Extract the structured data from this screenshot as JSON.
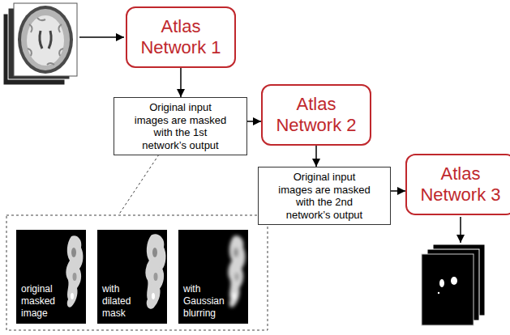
{
  "diagram": {
    "nodes": [
      {
        "text": [
          "Atlas Network 1"
        ]
      },
      {
        "text": [
          "Original input images are masked with the 1st network’s output"
        ]
      },
      {
        "text": [
          "Atlas Network 2"
        ]
      },
      {
        "text": [
          "Original input images are masked with the 2nd network’s output"
        ]
      },
      {
        "text": [
          "Atlas Network 3"
        ]
      },
      {
        "text": [
          "original masked image"
        ]
      },
      {
        "text": [
          "with dilated mask"
        ]
      },
      {
        "text": [
          "with Gaussian blurring"
        ]
      }
    ],
    "edges": [
      {
        "from": 0,
        "to": 1,
        "arrow": "to"
      },
      {
        "from": 1,
        "to": 2,
        "arrow": "to"
      },
      {
        "from": 2,
        "to": 3,
        "arrow": "to"
      },
      {
        "from": 3,
        "to": 4,
        "arrow": "to"
      }
    ]
  }
}
